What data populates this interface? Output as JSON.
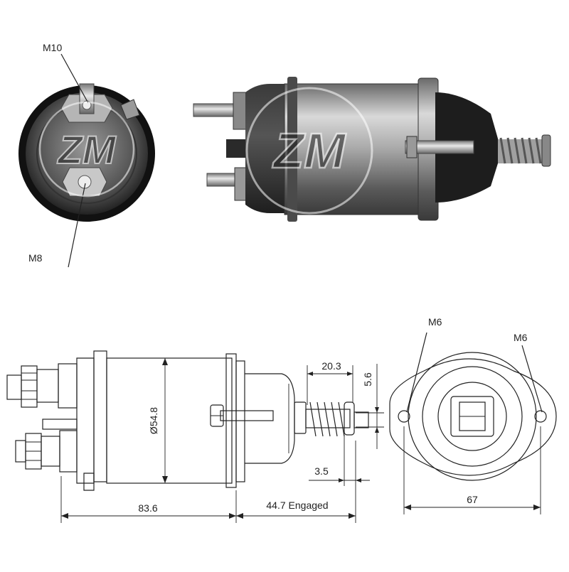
{
  "photo_top": {
    "label_m10": "M10",
    "label_m8": "M8"
  },
  "logo": {
    "text": "ZM"
  },
  "drawing": {
    "dim_diameter": "Ø54.8",
    "dim_body_length": "83.6",
    "dim_engaged": "44.7 Engaged",
    "dim_spring_length": "20.3",
    "dim_plunger_dia": "5.6",
    "dim_tip": "3.5",
    "dim_flange_width": "67",
    "label_m6_left": "M6",
    "label_m6_right": "M6"
  },
  "colors": {
    "line": "#222222",
    "metal_dark": "#3a3a3a",
    "metal_mid": "#8a8a8a",
    "metal_light": "#d6d6d6"
  }
}
